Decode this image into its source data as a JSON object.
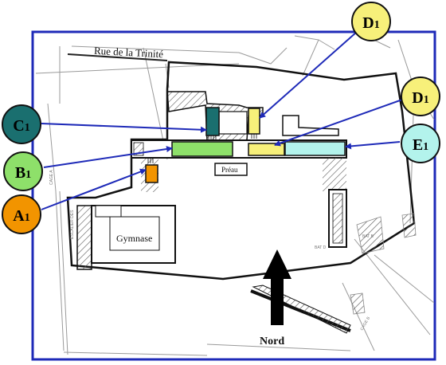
{
  "map": {
    "street_label": "Rue de la Trinité",
    "gym_label": "Gymnase",
    "preau_label": "Préau",
    "north_label": "Nord",
    "faint_labels": [
      "ESCALIER DES",
      "BAT D",
      "BAT B",
      "CAGE A",
      "CAGE B"
    ]
  },
  "markers": [
    {
      "id": "A1",
      "letter": "A",
      "sub": "1",
      "color": "#f29400"
    },
    {
      "id": "B1",
      "letter": "B",
      "sub": "1",
      "color": "#8ee06a"
    },
    {
      "id": "C1",
      "letter": "C",
      "sub": "1",
      "color": "#1a6f6f"
    },
    {
      "id": "D1-top",
      "letter": "D",
      "sub": "1",
      "color": "#f7f07a"
    },
    {
      "id": "D1-right",
      "letter": "D",
      "sub": "1",
      "color": "#f7f07a"
    },
    {
      "id": "E1",
      "letter": "E",
      "sub": "1",
      "color": "#b3f3ec"
    }
  ],
  "colors": {
    "border": "#1e2ab8",
    "arrow": "#1e2ab8",
    "zone_a": "#f29400",
    "zone_b": "#8ee06a",
    "zone_c": "#1a6f6f",
    "zone_d": "#f7f07a",
    "zone_e": "#b3f3ec"
  }
}
